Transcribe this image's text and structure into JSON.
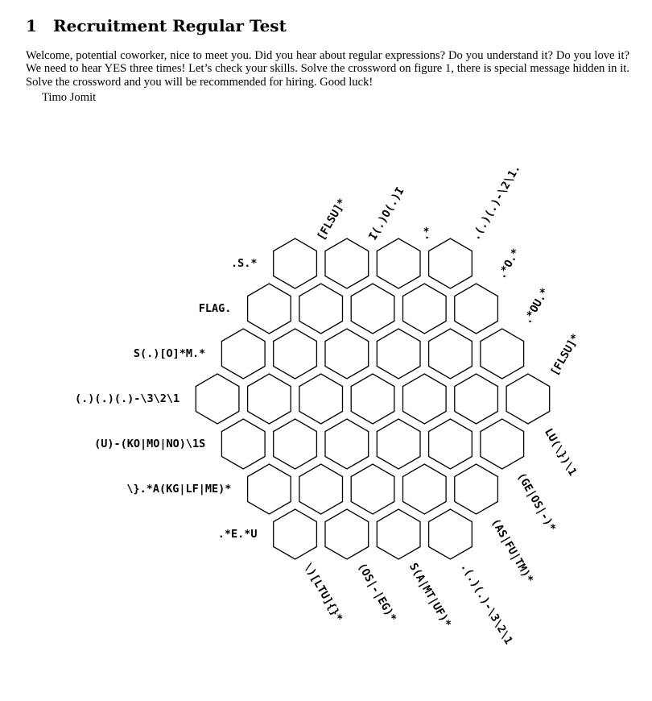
{
  "section": {
    "number": "1",
    "title": "Recruitment Regular Test"
  },
  "intro": "Welcome, potential coworker, nice to meet you. Did you hear about regular expressions? Do you understand it? Do you love it? We need to hear YES three times! Let’s check your skills. Solve the crossword on figure 1, there is special message hidden in it. Solve the crossword and you will be recommended for hiring. Good luck!",
  "signature": "Timo Jomit",
  "puzzle": {
    "row_lengths": [
      4,
      5,
      6,
      7,
      6,
      5,
      4
    ],
    "left_clues": [
      ".S.*",
      "FLAG.",
      "S(.)[O]*M.*",
      "(.)(.)(.)-\\3\\2\\1",
      "(U)-(KO|MO|NO)\\1S",
      "\\}.*A(KG|LF|ME)*",
      ".*E.*U"
    ],
    "top_clues": [
      "[FLSU]*",
      "I(.)O(.)I",
      ".*",
      ".(.)(.)-\\2\\1.",
      ".*O.*",
      ".*OU.*",
      "[FLSU]*"
    ],
    "bottom_clues": [
      "\\)[LTU]{}*",
      "(OS|-|EG)*",
      "S(A|MT|UF)*",
      ".(.)(.)-\\3\\2\\1",
      "(AS|FU|TM)*",
      "(GE|OS|-)*",
      "LU(\\})\\1"
    ]
  }
}
